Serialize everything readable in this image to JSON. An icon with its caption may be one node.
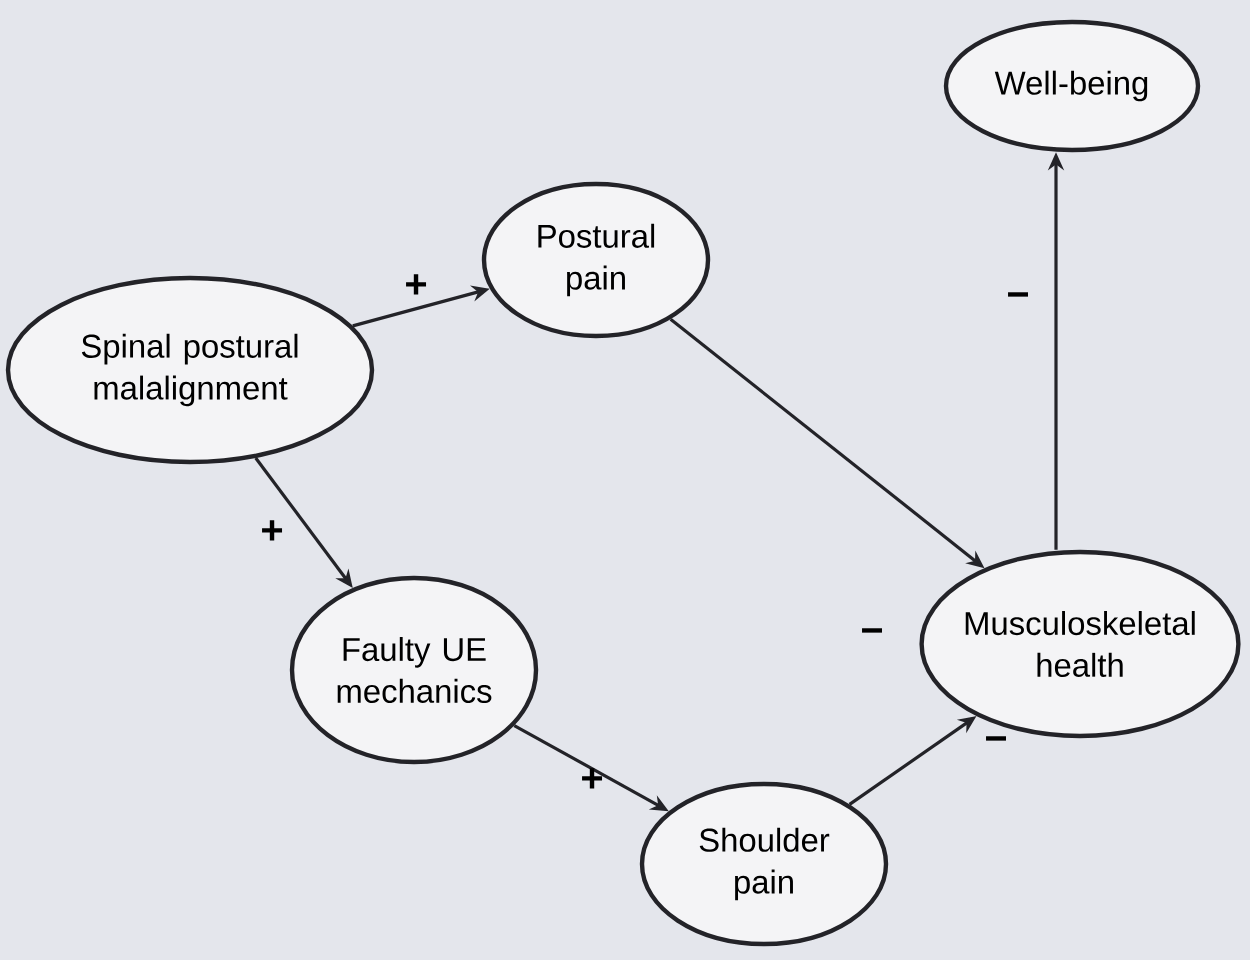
{
  "diagram": {
    "nodes": [
      {
        "text": [
          "Spinal postural malalignment"
        ]
      },
      {
        "text": [
          "Postural pain"
        ]
      },
      {
        "text": [
          "Faulty UE mechanics"
        ]
      },
      {
        "text": [
          "Shoulder pain"
        ]
      },
      {
        "text": [
          "Musculoskeletal health"
        ]
      },
      {
        "text": [
          "Well-being"
        ]
      }
    ],
    "edges": [
      {
        "from": 0,
        "to": 1,
        "arrow": "to",
        "label": "+"
      },
      {
        "from": 0,
        "to": 2,
        "arrow": "to",
        "label": "+"
      },
      {
        "from": 2,
        "to": 3,
        "arrow": "to",
        "label": "+"
      },
      {
        "from": 1,
        "to": 4,
        "arrow": "to",
        "label": "−"
      },
      {
        "from": 3,
        "to": 4,
        "arrow": "to",
        "label": "−"
      },
      {
        "from": 4,
        "to": 5,
        "arrow": "to",
        "label": "−"
      }
    ]
  }
}
